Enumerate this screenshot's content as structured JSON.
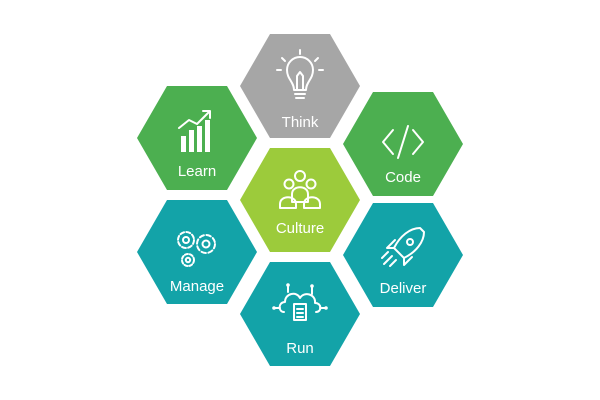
{
  "colors": {
    "gray": "#a6a6a6",
    "green": "#4caf50",
    "lime": "#9ccb3b",
    "teal": "#13a3a8",
    "label": "#ffffff",
    "background": "#ffffff"
  },
  "hexagons": [
    {
      "id": "think",
      "label": "Think",
      "color": "gray",
      "icon": "lightbulb-icon"
    },
    {
      "id": "learn",
      "label": "Learn",
      "color": "green",
      "icon": "growth-chart-icon"
    },
    {
      "id": "code",
      "label": "Code",
      "color": "green",
      "icon": "code-brackets-icon"
    },
    {
      "id": "culture",
      "label": "Culture",
      "color": "lime",
      "icon": "people-group-icon"
    },
    {
      "id": "manage",
      "label": "Manage",
      "color": "teal",
      "icon": "gears-icon"
    },
    {
      "id": "deliver",
      "label": "Deliver",
      "color": "teal",
      "icon": "rocket-icon"
    },
    {
      "id": "run",
      "label": "Run",
      "color": "teal",
      "icon": "cloud-document-icon"
    }
  ]
}
